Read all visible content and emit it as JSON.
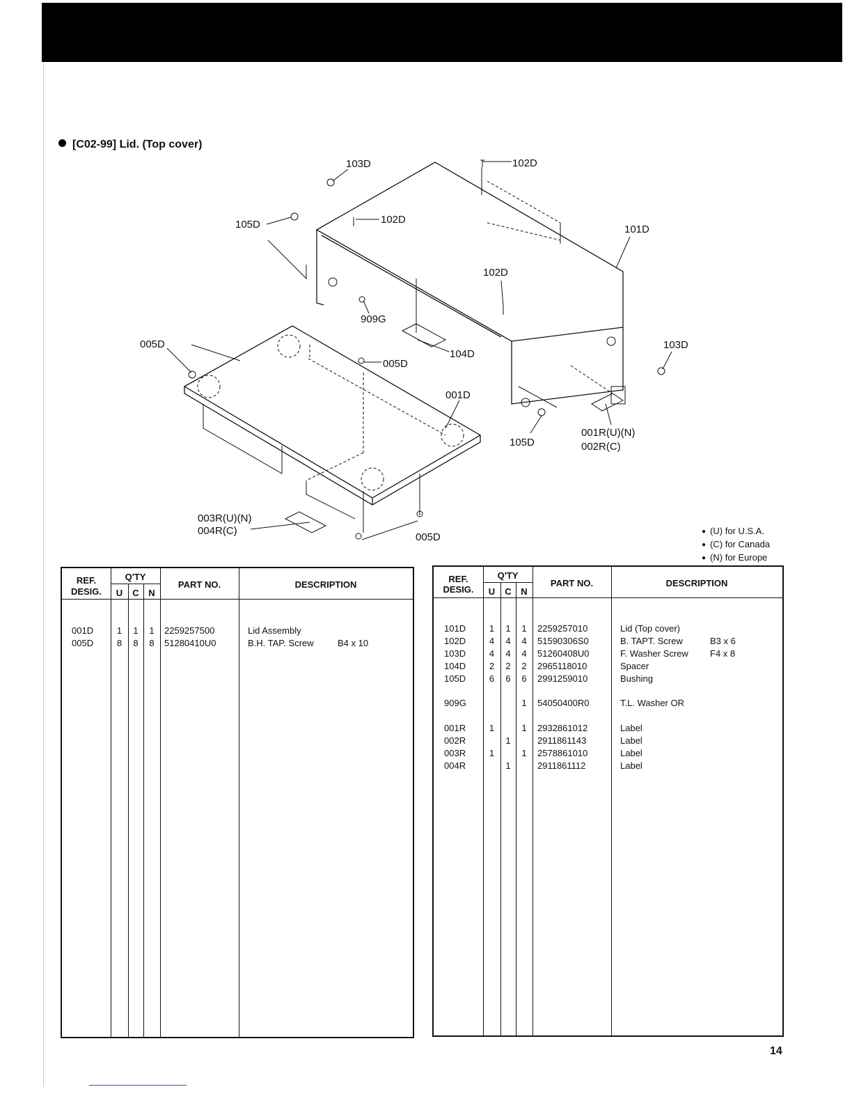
{
  "section": {
    "title": "[C02-99] Lid. (Top cover)"
  },
  "diagram_labels": {
    "l103d_top": "103D",
    "l102d_top": "102D",
    "l105d_left": "105D",
    "l102d_mid": "102D",
    "l101d": "101D",
    "l102d_right": "102D",
    "l909g": "909G",
    "l005d_left": "005D",
    "l005d_mid": "005D",
    "l104d": "104D",
    "l103d_right": "103D",
    "l001d": "001D",
    "l105d_bottom": "105D",
    "l001r": "001R(U)(N)",
    "l002r": "002R(C)",
    "l003r": "003R(U)(N)",
    "l004r": "004R(C)",
    "l005d_bottom": "005D"
  },
  "legend": [
    {
      "text": "(U) for U.S.A."
    },
    {
      "text": "(C) for Canada"
    },
    {
      "text": "(N) for Europe"
    }
  ],
  "table_headers": {
    "ref": "REF.",
    "desig": "DESIG.",
    "qty": "Q'TY",
    "u": "U",
    "c": "C",
    "n": "N",
    "part": "PART NO.",
    "desc": "DESCRIPTION"
  },
  "left_table": {
    "rows": [
      {
        "ref": "001D",
        "u": "1",
        "c": "1",
        "n": "1",
        "part": "2259257500",
        "desc": "Lid Assembly",
        "size": ""
      },
      {
        "ref": "005D",
        "u": "8",
        "c": "8",
        "n": "8",
        "part": "51280410U0",
        "desc": "B.H. TAP. Screw",
        "size": "B4 x 10"
      }
    ]
  },
  "right_table": {
    "rows": [
      {
        "ref": "101D",
        "u": "1",
        "c": "1",
        "n": "1",
        "part": "2259257010",
        "desc": "Lid (Top cover)",
        "size": ""
      },
      {
        "ref": "102D",
        "u": "4",
        "c": "4",
        "n": "4",
        "part": "51590306S0",
        "desc": "B. TAPT. Screw",
        "size": "B3 x 6"
      },
      {
        "ref": "103D",
        "u": "4",
        "c": "4",
        "n": "4",
        "part": "51260408U0",
        "desc": "F. Washer Screw",
        "size": "F4 x 8"
      },
      {
        "ref": "104D",
        "u": "2",
        "c": "2",
        "n": "2",
        "part": "2965118010",
        "desc": "Spacer",
        "size": ""
      },
      {
        "ref": "105D",
        "u": "6",
        "c": "6",
        "n": "6",
        "part": "2991259010",
        "desc": "Bushing",
        "size": ""
      },
      {
        "ref": "909G",
        "u": "",
        "c": "",
        "n": "1",
        "part": "54050400R0",
        "desc": "T.L. Washer OR",
        "size": ""
      },
      {
        "ref": "001R",
        "u": "1",
        "c": "",
        "n": "1",
        "part": "2932861012",
        "desc": "Label",
        "size": ""
      },
      {
        "ref": "002R",
        "u": "",
        "c": "1",
        "n": "",
        "part": "2911861143",
        "desc": "Label",
        "size": ""
      },
      {
        "ref": "003R",
        "u": "1",
        "c": "",
        "n": "1",
        "part": "2578861010",
        "desc": "Label",
        "size": ""
      },
      {
        "ref": "004R",
        "u": "",
        "c": "1",
        "n": "",
        "part": "2911861112",
        "desc": "Label",
        "size": ""
      }
    ]
  },
  "page_number": "14"
}
